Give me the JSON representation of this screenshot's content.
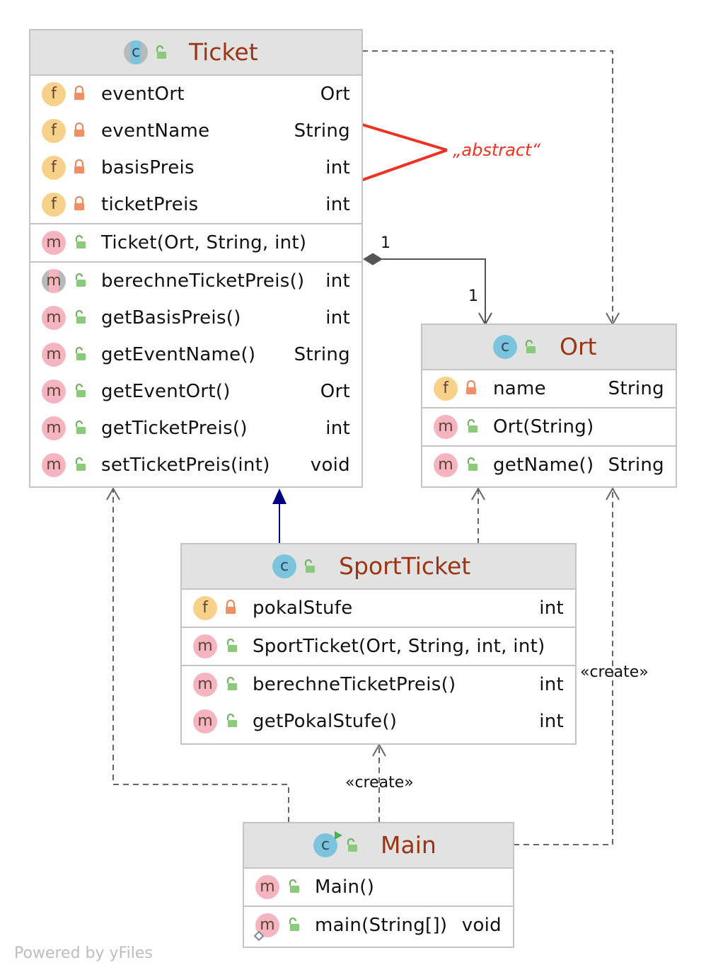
{
  "footer": {
    "powered_by": "Powered by yFiles"
  },
  "annotation": {
    "text": "„abstract“",
    "color": "#ee3322"
  },
  "colors": {
    "title": "#9a3412",
    "header_bg": "#e2e2e2",
    "border": "#c4c4c4",
    "inheritance": "#000080"
  },
  "icons": {
    "class": "class-c-icon",
    "abstract_class": "abstract-class-icon",
    "main_class": "runnable-class-icon",
    "field": "field-f-icon",
    "method": "method-m-icon",
    "abstract_method": "abstract-method-icon",
    "private": "lock-closed-icon",
    "public": "lock-open-icon",
    "static": "static-diamond-icon"
  },
  "classes": {
    "ticket": {
      "name": "Ticket",
      "fields": [
        {
          "name": "eventOrt",
          "type": "Ort"
        },
        {
          "name": "eventName",
          "type": "String"
        },
        {
          "name": "basisPreis",
          "type": "int"
        },
        {
          "name": "ticketPreis",
          "type": "int"
        }
      ],
      "constructors": [
        {
          "name": "Ticket(Ort, String, int)",
          "type": ""
        }
      ],
      "methods": [
        {
          "name": "berechneTicketPreis()",
          "type": "int"
        },
        {
          "name": "getBasisPreis()",
          "type": "int"
        },
        {
          "name": "getEventName()",
          "type": "String"
        },
        {
          "name": "getEventOrt()",
          "type": "Ort"
        },
        {
          "name": "getTicketPreis()",
          "type": "int"
        },
        {
          "name": "setTicketPreis(int)",
          "type": "void"
        }
      ]
    },
    "ort": {
      "name": "Ort",
      "fields": [
        {
          "name": "name",
          "type": "String"
        }
      ],
      "constructors": [
        {
          "name": "Ort(String)",
          "type": ""
        }
      ],
      "methods": [
        {
          "name": "getName()",
          "type": "String"
        }
      ]
    },
    "sportticket": {
      "name": "SportTicket",
      "fields": [
        {
          "name": "pokalStufe",
          "type": "int"
        }
      ],
      "constructors": [
        {
          "name": "SportTicket(Ort, String, int, int)",
          "type": ""
        }
      ],
      "methods": [
        {
          "name": "berechneTicketPreis()",
          "type": "int"
        },
        {
          "name": "getPokalStufe()",
          "type": "int"
        }
      ]
    },
    "main": {
      "name": "Main",
      "constructors": [
        {
          "name": "Main()",
          "type": ""
        }
      ],
      "methods": [
        {
          "name": "main(String[])",
          "type": "void"
        }
      ]
    }
  },
  "edges": {
    "multiplicity_source": "1",
    "multiplicity_target": "1",
    "create_label": "«create»"
  }
}
